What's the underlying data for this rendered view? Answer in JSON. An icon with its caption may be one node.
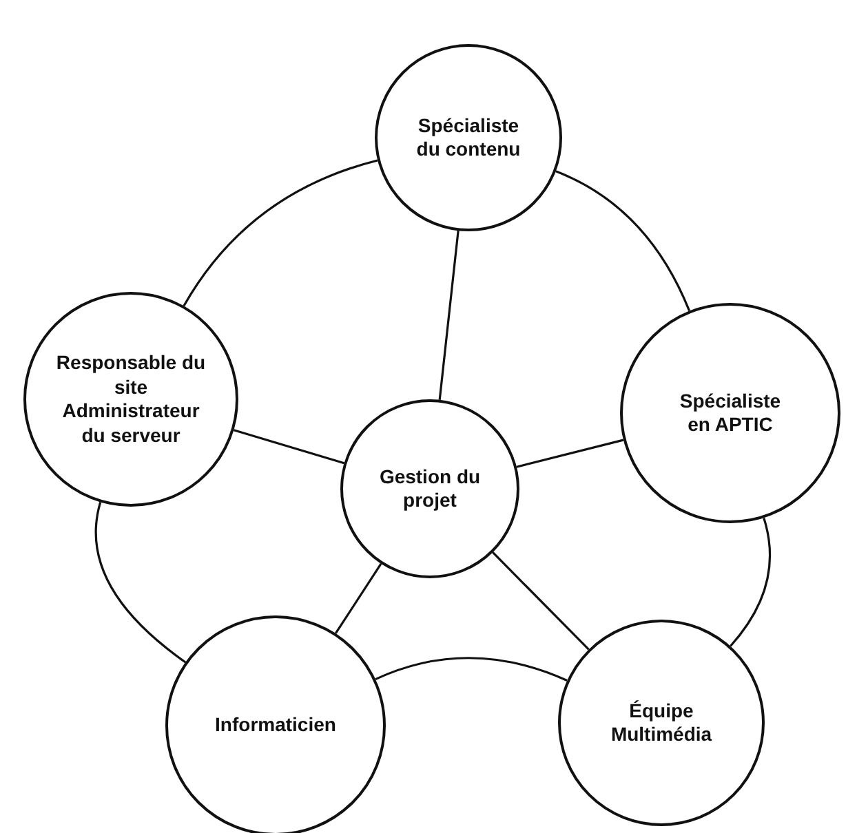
{
  "diagram": {
    "nodes": [
      {
        "text": [
          "Spécialiste du contenu"
        ]
      },
      {
        "text": [
          "Responsable du site",
          "Administrateur du serveur"
        ]
      },
      {
        "text": [
          "Spécialiste en APTIC"
        ]
      },
      {
        "text": [
          "Gestion du projet"
        ]
      },
      {
        "text": [
          "Informaticien"
        ]
      },
      {
        "text": [
          "Équipe Multimédia"
        ]
      }
    ],
    "edges": [
      {
        "from": 3,
        "to": 0,
        "arrow": "none"
      },
      {
        "from": 3,
        "to": 1,
        "arrow": "none"
      },
      {
        "from": 3,
        "to": 2,
        "arrow": "none"
      },
      {
        "from": 3,
        "to": 4,
        "arrow": "none"
      },
      {
        "from": 3,
        "to": 5,
        "arrow": "none"
      },
      {
        "from": 0,
        "to": 2,
        "arrow": "none"
      },
      {
        "from": 0,
        "to": 1,
        "arrow": "none"
      },
      {
        "from": 1,
        "to": 4,
        "arrow": "none"
      },
      {
        "from": 4,
        "to": 5,
        "arrow": "none"
      },
      {
        "from": 2,
        "to": 5,
        "arrow": "none"
      }
    ]
  }
}
